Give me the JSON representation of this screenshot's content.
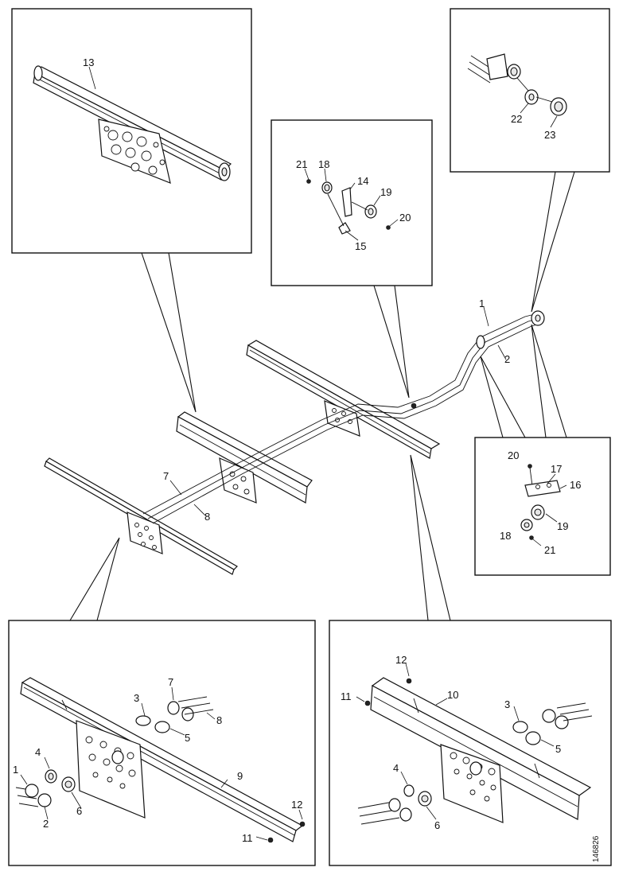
{
  "figure": {
    "reference_number": "146826",
    "callouts": {
      "c1": "1",
      "c2": "2",
      "c7": "7",
      "c8": "8",
      "p13": "13",
      "d14": "14",
      "d15": "15",
      "d18": "18",
      "d19": "19",
      "d20": "20",
      "d21": "21",
      "e22": "22",
      "e23": "23",
      "f16": "16",
      "f17": "17",
      "f18": "18",
      "f19": "19",
      "f20": "20",
      "f21": "21",
      "g1": "1",
      "g2": "2",
      "g3": "3",
      "g4": "4",
      "g5": "5",
      "g6": "6",
      "g7": "7",
      "g8": "8",
      "g9": "9",
      "g11": "11",
      "g12": "12",
      "h3": "3",
      "h4": "4",
      "h5": "5",
      "h6": "6",
      "h10": "10",
      "h11": "11",
      "h12": "12"
    }
  }
}
